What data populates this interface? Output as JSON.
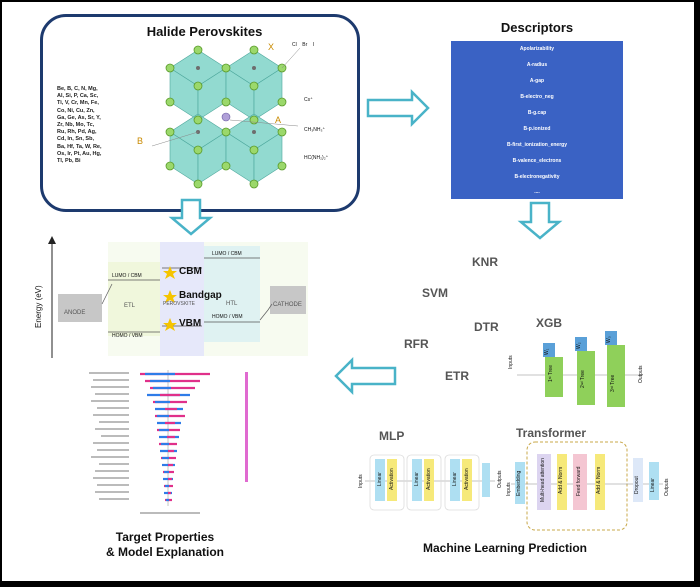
{
  "halide": {
    "title": "Halide Perovskites",
    "elements": [
      "Be, B, C, N, Mg,",
      "Al, Si, P, Ca, Sc,",
      "Ti, V, Cr, Mn, Fe,",
      "Co, Ni, Cu, Zn,",
      "Ga, Ge, As, Sr, Y,",
      "Zr, Nb, Mo, Tc,",
      "Ru, Rh, Pd, Ag,",
      "Cd, In, Sn, Sb,",
      "Ba, Hf, Ta, W, Re,",
      "Os, Ir, Pt, Au, Hg,",
      "Tl, Pb, Bi"
    ],
    "site_x": "X",
    "site_a": "A",
    "site_b": "B",
    "halogens": "Cl    Br    I",
    "a_ions": [
      "Cs⁺",
      "CH₃NH₃⁺",
      "HC(NH₂)₂⁺"
    ]
  },
  "descriptors": {
    "title": "Descriptors",
    "items": [
      "Apolarizability",
      "A-radius",
      "A-gap",
      "B-electro_neg",
      "B-g.cap",
      "B-p.ionized",
      "B-first_ionization_energy",
      "B-valence_electrons",
      "B-electronegativity",
      "...."
    ]
  },
  "models": {
    "knr": "KNR",
    "svm": "SVM",
    "dtr": "DTR",
    "xgb": "XGB",
    "rfr": "RFR",
    "etr": "ETR",
    "mlp": "MLP",
    "transformer": "Transformer"
  },
  "xgb": {
    "inputs": "Inputs",
    "outputs": "Outputs",
    "trees": [
      "1ˢᵗ Tree",
      "2ⁿᵈ Tree",
      "3ʳᵈ Tree"
    ],
    "w_labels": [
      "W₁",
      "W₂",
      "W₃"
    ]
  },
  "mlp": {
    "inputs": "Inputs",
    "outputs": "Outputs",
    "linear": "Linear",
    "activation": "Activation"
  },
  "transformer_net": {
    "inputs": "Inputs",
    "outputs": "Outputs",
    "embedding": "Embedding",
    "attention": "Multi-head attention",
    "addnorm": "Add & Norm",
    "ff": "Feed forward",
    "dropout": "Dropout",
    "linear": "Linear"
  },
  "band": {
    "ylabel": "Energy (eV)",
    "anode": "ANODE",
    "cathode": "CATHODE",
    "etl": "ETL",
    "perovskite": "PEROVSKITE",
    "htl": "HTL",
    "lumo_cbm_left": "LUMO / CBM",
    "lumo_cbm_right": "LUMO / CBM",
    "homo_vbm_left": "HOMO / VBM",
    "homo_vbm_right": "HOMO / VBM",
    "cbm": "CBM",
    "bandgap": "Bandgap",
    "vbm": "VBM"
  },
  "target": {
    "title_line1": "Target Properties",
    "title_line2": "& Model Explanation"
  },
  "mlp_section": {
    "title": "Machine Learning Prediction"
  }
}
